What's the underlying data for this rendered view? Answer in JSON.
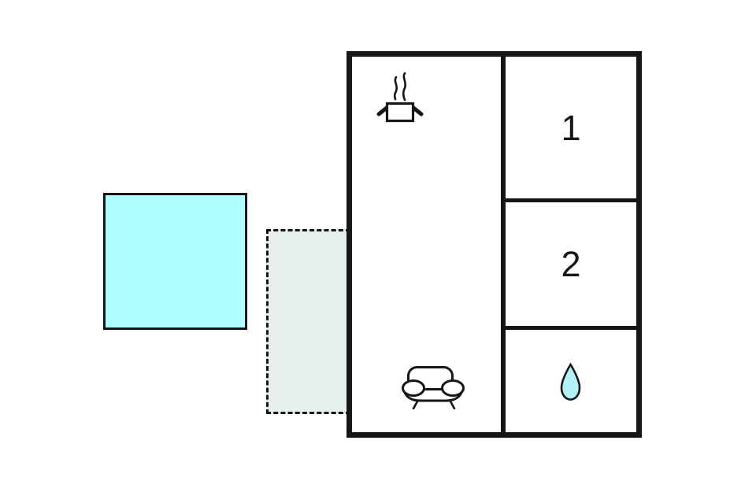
{
  "floorplan": {
    "rooms": [
      {
        "id": "living-kitchen",
        "label": "",
        "icons": [
          "cooking-pot",
          "sofa"
        ]
      },
      {
        "id": "room-1",
        "label": "1",
        "icons": []
      },
      {
        "id": "room-2",
        "label": "2",
        "icons": []
      },
      {
        "id": "bathroom",
        "label": "",
        "icons": [
          "water-drop"
        ]
      }
    ],
    "outdoor": {
      "pool": {
        "color": "#aefcff"
      },
      "terrace": {
        "color": "#e7efec",
        "border_style": "dashed"
      }
    },
    "colors": {
      "wall": "#161616",
      "water_drop_fill": "#b2f2f6"
    }
  }
}
